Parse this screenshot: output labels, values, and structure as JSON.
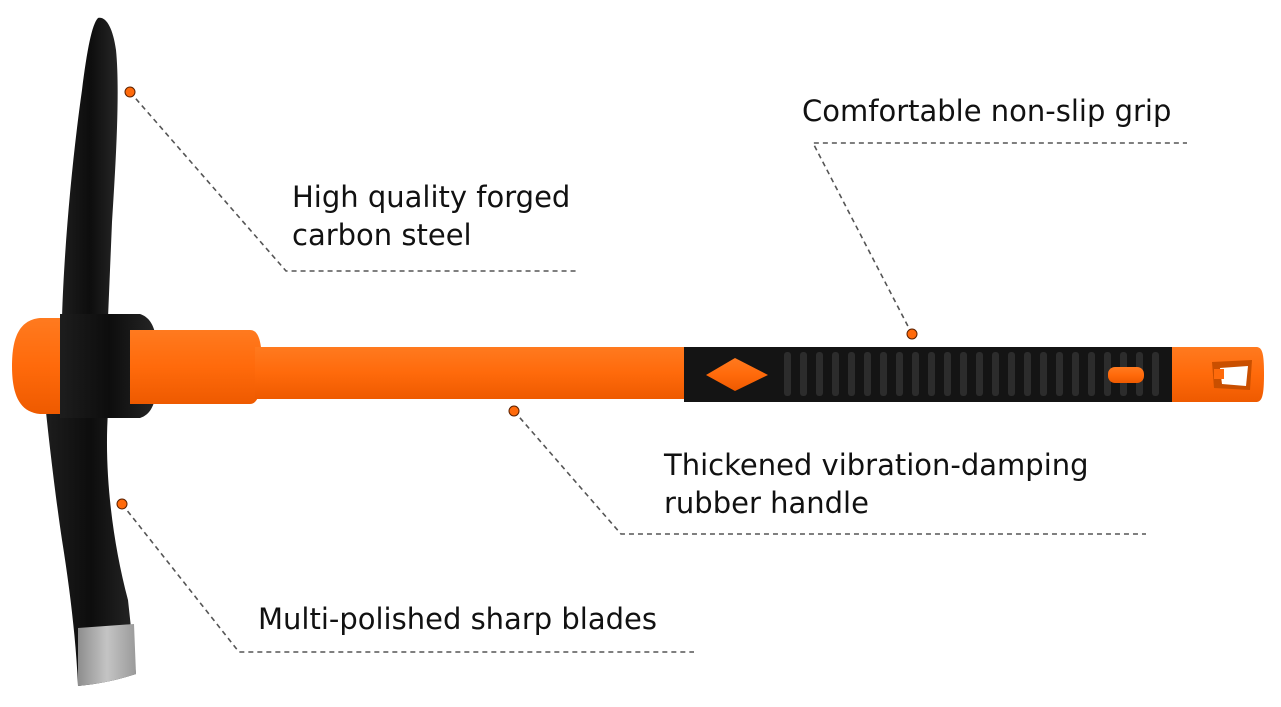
{
  "colors": {
    "handle_orange": "#ff6a0b",
    "steel_black": "#121212",
    "edge_silver": "#a9a9a9",
    "marker_dot": "#ff6a0b",
    "leader_line": "#555555"
  },
  "callouts": {
    "forged_steel": {
      "line1": "High quality forged",
      "line2": "carbon steel"
    },
    "grip": {
      "line1": "Comfortable non-slip grip"
    },
    "handle": {
      "line1": "Thickened vibration-damping",
      "line2": "rubber handle"
    },
    "blades": {
      "line1": "Multi-polished sharp blades"
    }
  }
}
